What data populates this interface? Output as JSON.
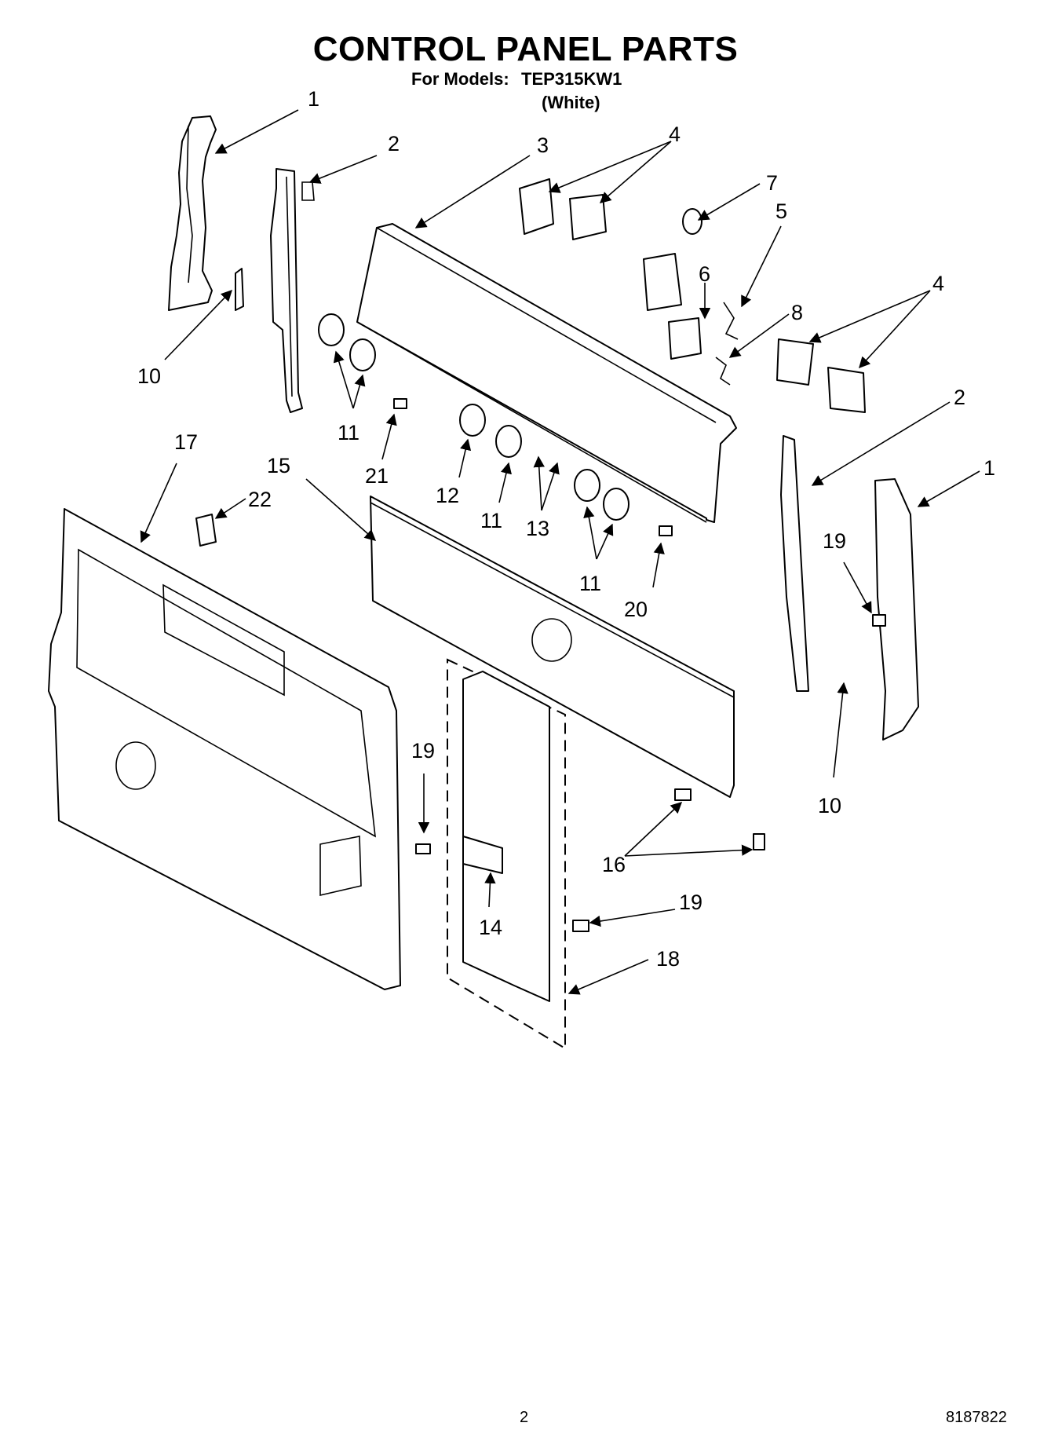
{
  "header": {
    "title": "CONTROL PANEL PARTS",
    "models_label": "For Models:",
    "models_value": "TEP315KW1",
    "color": "(White)"
  },
  "footer": {
    "page_number": "2",
    "document_number": "8187822"
  },
  "callouts": [
    "1",
    "2",
    "3",
    "4",
    "7",
    "5",
    "6",
    "8",
    "4",
    "2",
    "1",
    "10",
    "11",
    "21",
    "12",
    "11",
    "13",
    "11",
    "20",
    "19",
    "17",
    "15",
    "22",
    "19",
    "10",
    "16",
    "19",
    "14",
    "18"
  ]
}
